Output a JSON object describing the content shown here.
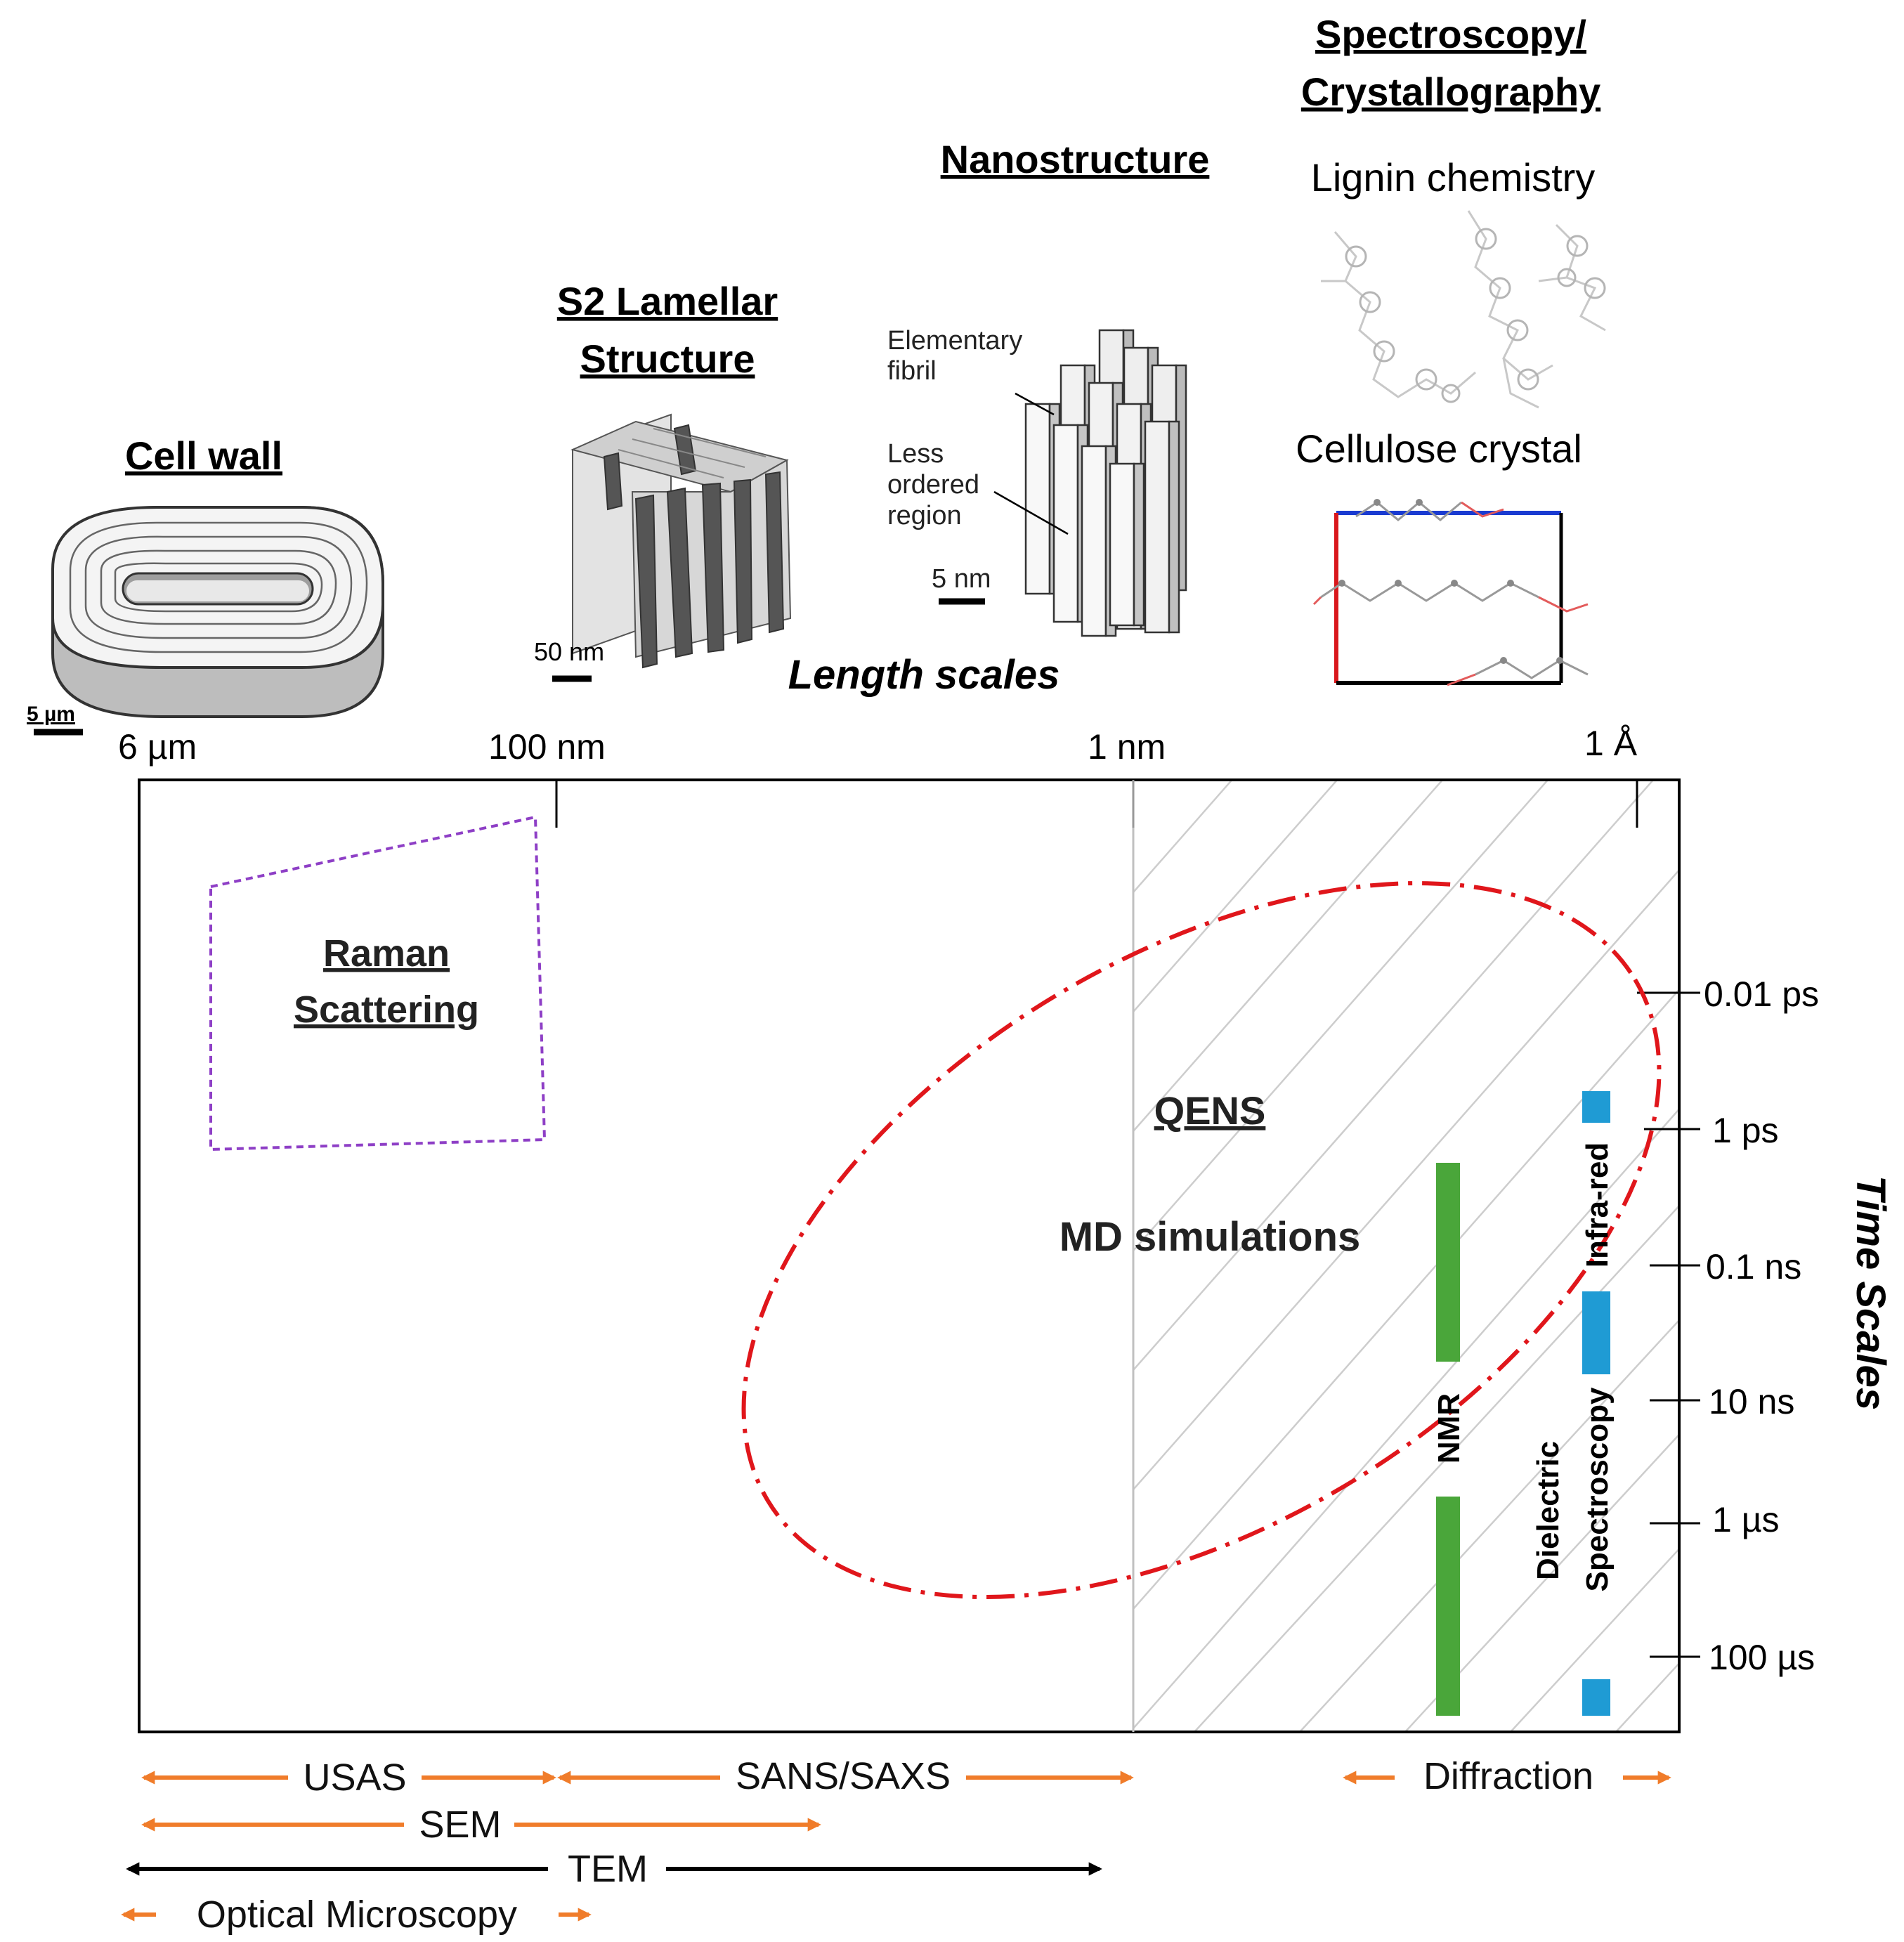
{
  "headings": {
    "cell_wall": "Cell wall",
    "s2_line1": "S2 Lamellar",
    "s2_line2": "Structure",
    "nanostructure": "Nanostructure",
    "spectro_line1": "Spectroscopy/",
    "spectro_line2": "Crystallography",
    "lignin": "Lignin chemistry",
    "cellulose": "Cellulose crystal"
  },
  "scale_bars": {
    "cell_wall": "5 µm",
    "s2": "50 nm",
    "nano": "5 nm"
  },
  "nano_labels": {
    "fibril_line1": "Elementary",
    "fibril_line2": "fibril",
    "less_line1": "Less",
    "less_line2": "ordered",
    "less_line3": "region"
  },
  "axes": {
    "length_title": "Length scales",
    "time_title": "Time Scales",
    "length_ticks": [
      "6 µm",
      "100 nm",
      "1 nm",
      "1 Å"
    ],
    "time_ticks": [
      "0.01 ps",
      "1 ps",
      "0.1 ns",
      "10 ns",
      "1 µs",
      "100 µs"
    ]
  },
  "regions": {
    "raman_line1": "Raman",
    "raman_line2": "Scattering",
    "qens": "QENS",
    "md": "MD simulations",
    "nmr": "NMR",
    "infrared": "Infra-red",
    "dielectric_line1": "Dielectric",
    "dielectric_line2": "Spectroscopy"
  },
  "ranges": {
    "usas": "USAS",
    "sans_saxs": "SANS/SAXS",
    "diffraction": "Diffraction",
    "sem": "SEM",
    "tem": "TEM",
    "optical": "Optical Microscopy"
  },
  "colors": {
    "orange": "#f07c2a",
    "green": "#4aa63a",
    "blue": "#1f9bd4",
    "red": "#e0161b",
    "purple": "#8e3fc6",
    "hatch": "#c8c8c8"
  }
}
